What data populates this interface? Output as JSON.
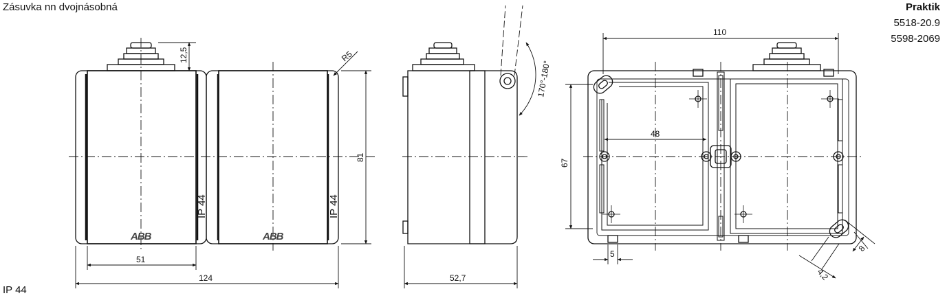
{
  "header": {
    "title": "Zásuvka nn dvojnásobná",
    "brand": "Praktik",
    "code_1": "5518-20.9",
    "code_2": "5598-2069"
  },
  "footer": {
    "protection": "IP 44"
  },
  "front_view": {
    "logo": "ABB",
    "ip_label": "IP 44",
    "dims": {
      "gland": "12,5",
      "radius": "R5",
      "height": "81",
      "width_single": "51",
      "width_total": "124"
    }
  },
  "side_view": {
    "dims": {
      "depth": "52,7",
      "hinge_angle": "170°-180°"
    }
  },
  "back_view": {
    "dims": {
      "width": "110",
      "height": "67",
      "center": "48",
      "tab": "5",
      "slot_length": "8",
      "slot_width": "4,2"
    }
  }
}
